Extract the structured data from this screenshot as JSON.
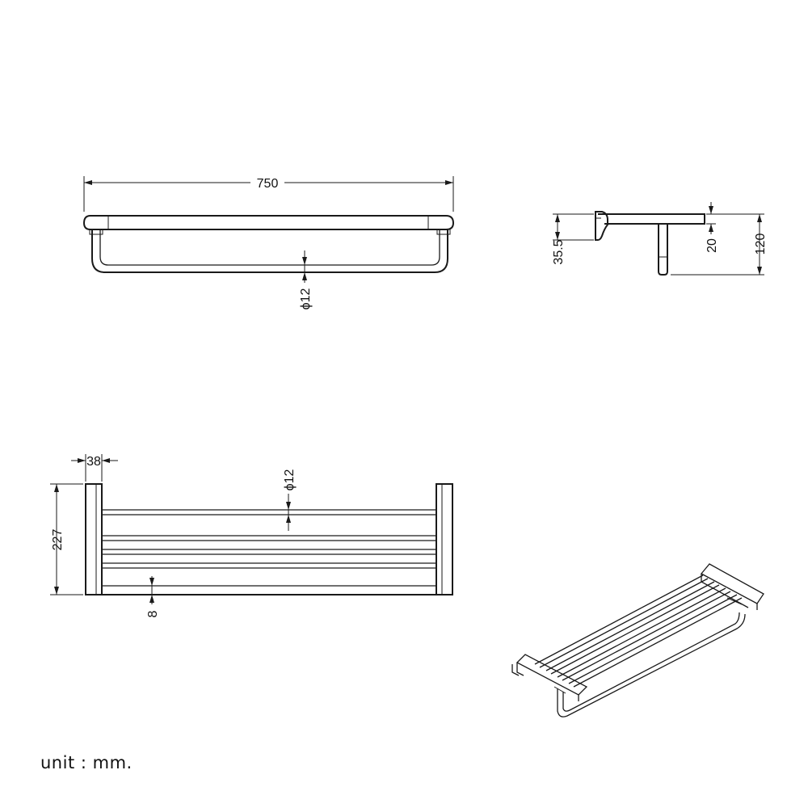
{
  "dimensions": {
    "front_width": "750",
    "front_rail_diameter": "ϕ12",
    "side_depth": "35.5",
    "side_thickness": "20",
    "side_height": "120",
    "top_bracket_width": "38",
    "top_depth": "227",
    "top_rail_diameter": "ϕ12",
    "top_gap": "8"
  },
  "unit_note": "unit : mm.",
  "colors": {
    "line": "#1a1a1a",
    "background": "#ffffff"
  }
}
